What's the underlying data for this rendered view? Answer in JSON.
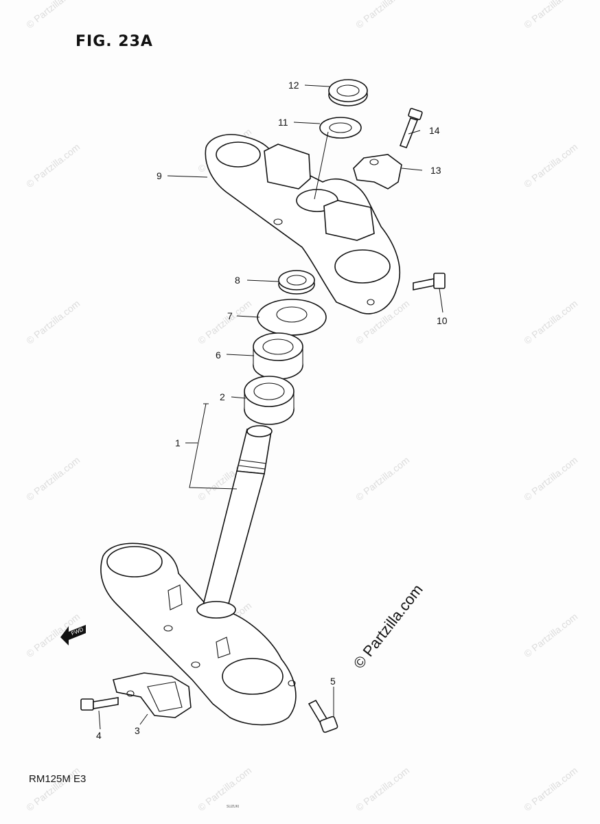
{
  "figure": {
    "title": "FIG. 23A",
    "model_code": "RM125M  E3",
    "footer_note": "SUZUKI"
  },
  "watermark": {
    "text": "© Partzilla.com",
    "main_text": "© Partzilla.com"
  },
  "fwd_label": "FWD",
  "callouts": [
    "1",
    "2",
    "3",
    "4",
    "5",
    "6",
    "7",
    "8",
    "9",
    "10",
    "11",
    "12",
    "13",
    "14"
  ]
}
